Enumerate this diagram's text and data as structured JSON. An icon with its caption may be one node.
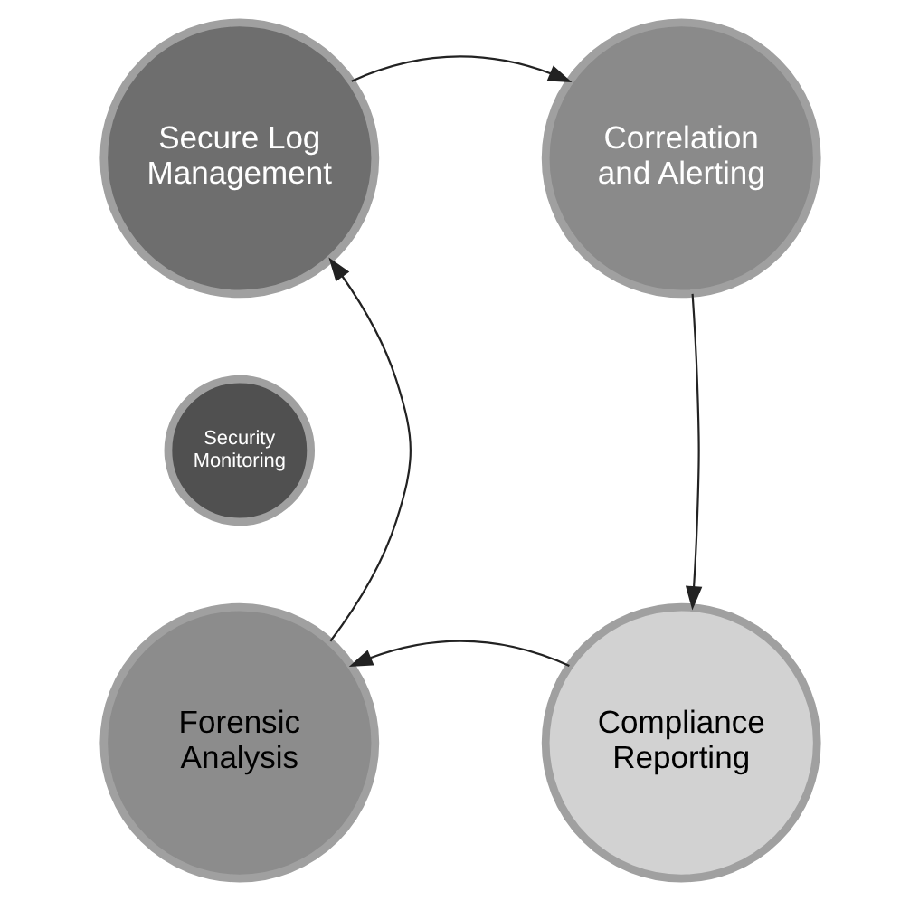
{
  "diagram": {
    "nodes": [
      {
        "text": [
          "Secure Log Management"
        ]
      },
      {
        "text": [
          "Correlation and Alerting"
        ]
      },
      {
        "text": [
          "Security Monitoring"
        ]
      },
      {
        "text": [
          "Forensic Analysis"
        ]
      },
      {
        "text": [
          "Compliance Reporting"
        ]
      }
    ],
    "edges": [
      {
        "from": 0,
        "to": 1,
        "arrow": "to"
      },
      {
        "from": 1,
        "to": 4,
        "arrow": "to"
      },
      {
        "from": 4,
        "to": 3,
        "arrow": "to"
      },
      {
        "from": 3,
        "to": 0,
        "arrow": "to"
      }
    ]
  }
}
